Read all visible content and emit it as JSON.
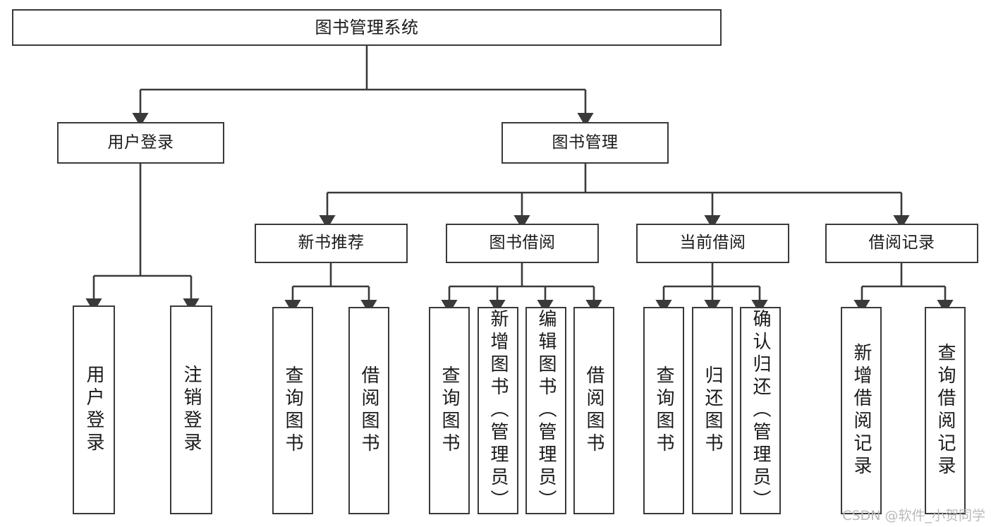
{
  "diagram": {
    "title": "图书管理系统",
    "type": "tree-hierarchy-chart",
    "stroke_color": "#3a3a3a",
    "background_color": "#ffffff",
    "text_color": "#1a1a1a"
  },
  "nodes": {
    "root": {
      "label": "图书管理系统"
    },
    "level2": [
      {
        "label": "用户登录"
      },
      {
        "label": "图书管理"
      }
    ],
    "level3": [
      {
        "label": "新书推荐"
      },
      {
        "label": "图书借阅"
      },
      {
        "label": "当前借阅"
      },
      {
        "label": "借阅记录"
      }
    ],
    "leaves": {
      "user_login": [
        {
          "label": "用户登录"
        },
        {
          "label": "注销登录"
        }
      ],
      "new_book_recommend": [
        {
          "label": "查询图书"
        },
        {
          "label": "借阅图书"
        }
      ],
      "book_borrow": [
        {
          "label": "查询图书"
        },
        {
          "label": "新增图书（管理员）"
        },
        {
          "label": "编辑图书（管理员）"
        },
        {
          "label": "借阅图书"
        }
      ],
      "current_borrow": [
        {
          "label": "查询图书"
        },
        {
          "label": "归还图书"
        },
        {
          "label": "确认归还（管理员）"
        }
      ],
      "borrow_records": [
        {
          "label": "新增借阅记录"
        },
        {
          "label": "查询借阅记录"
        }
      ]
    }
  },
  "watermark": {
    "text": "CSDN @软件_小贺同学"
  }
}
